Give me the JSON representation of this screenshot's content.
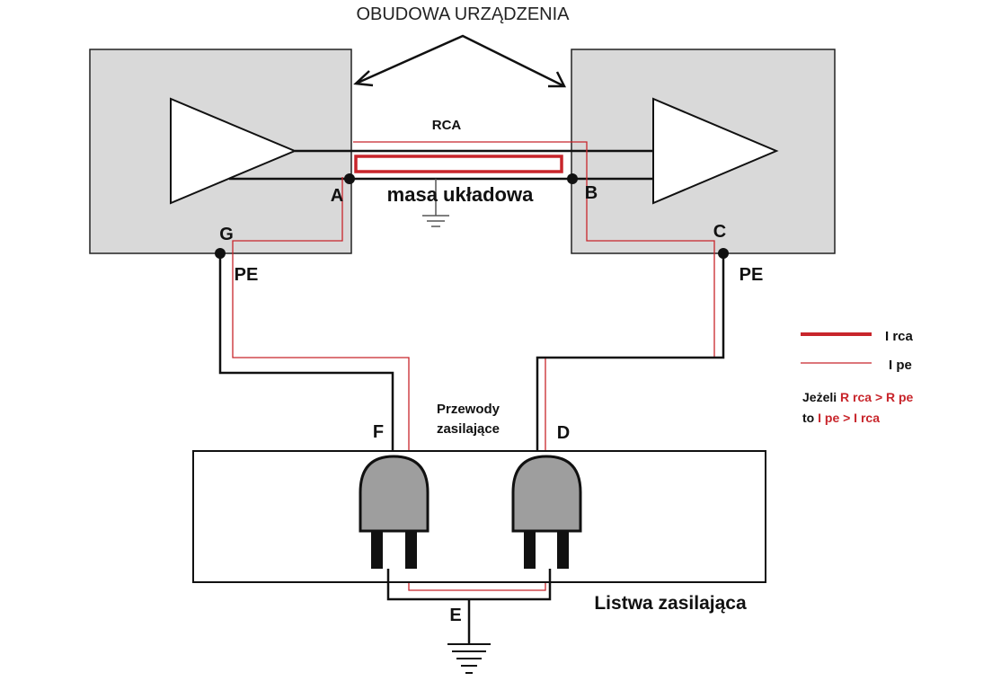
{
  "title": "OBUDOWA URZĄDZENIA",
  "labels": {
    "rca": "RCA",
    "masa": "masa układowa",
    "point_a": "A",
    "point_b": "B",
    "point_c": "C",
    "point_d": "D",
    "point_e": "E",
    "point_f": "F",
    "point_g": "G",
    "pe_left": "PE",
    "pe_right": "PE",
    "przewody_line1": "Przewody",
    "przewody_line2": "zasilające",
    "listwa": "Listwa zasilająca"
  },
  "legend": {
    "irca": "I rca",
    "ipe": "I pe"
  },
  "condition": {
    "line1_prefix": "Jeżeli ",
    "line1_red": "R rca > R pe",
    "line2_prefix": "to ",
    "line2_red": "I pe > I rca"
  },
  "colors": {
    "box_fill": "#d9d9d9",
    "wire": "#111111",
    "current_red": "#c8252b",
    "plug_fill": "#9e9e9e"
  }
}
